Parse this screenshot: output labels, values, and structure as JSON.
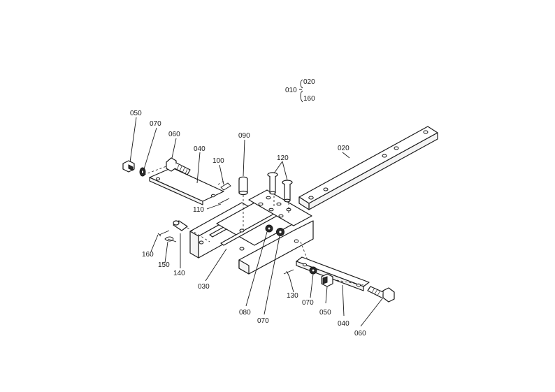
{
  "legend": {
    "parent": "010",
    "children": [
      "020",
      "160"
    ]
  },
  "callouts": {
    "c050_left": "050",
    "c070_left": "070",
    "c060_left": "060",
    "c040_left": "040",
    "c100": "100",
    "c090": "090",
    "c120": "120",
    "c020": "020",
    "c110": "110",
    "c160": "160",
    "c150": "150",
    "c140": "140",
    "c030": "030",
    "c080": "080",
    "c070_mid": "070",
    "c130": "130",
    "c070_right": "070",
    "c050_right": "050",
    "c040_right": "040",
    "c060_right": "060"
  }
}
